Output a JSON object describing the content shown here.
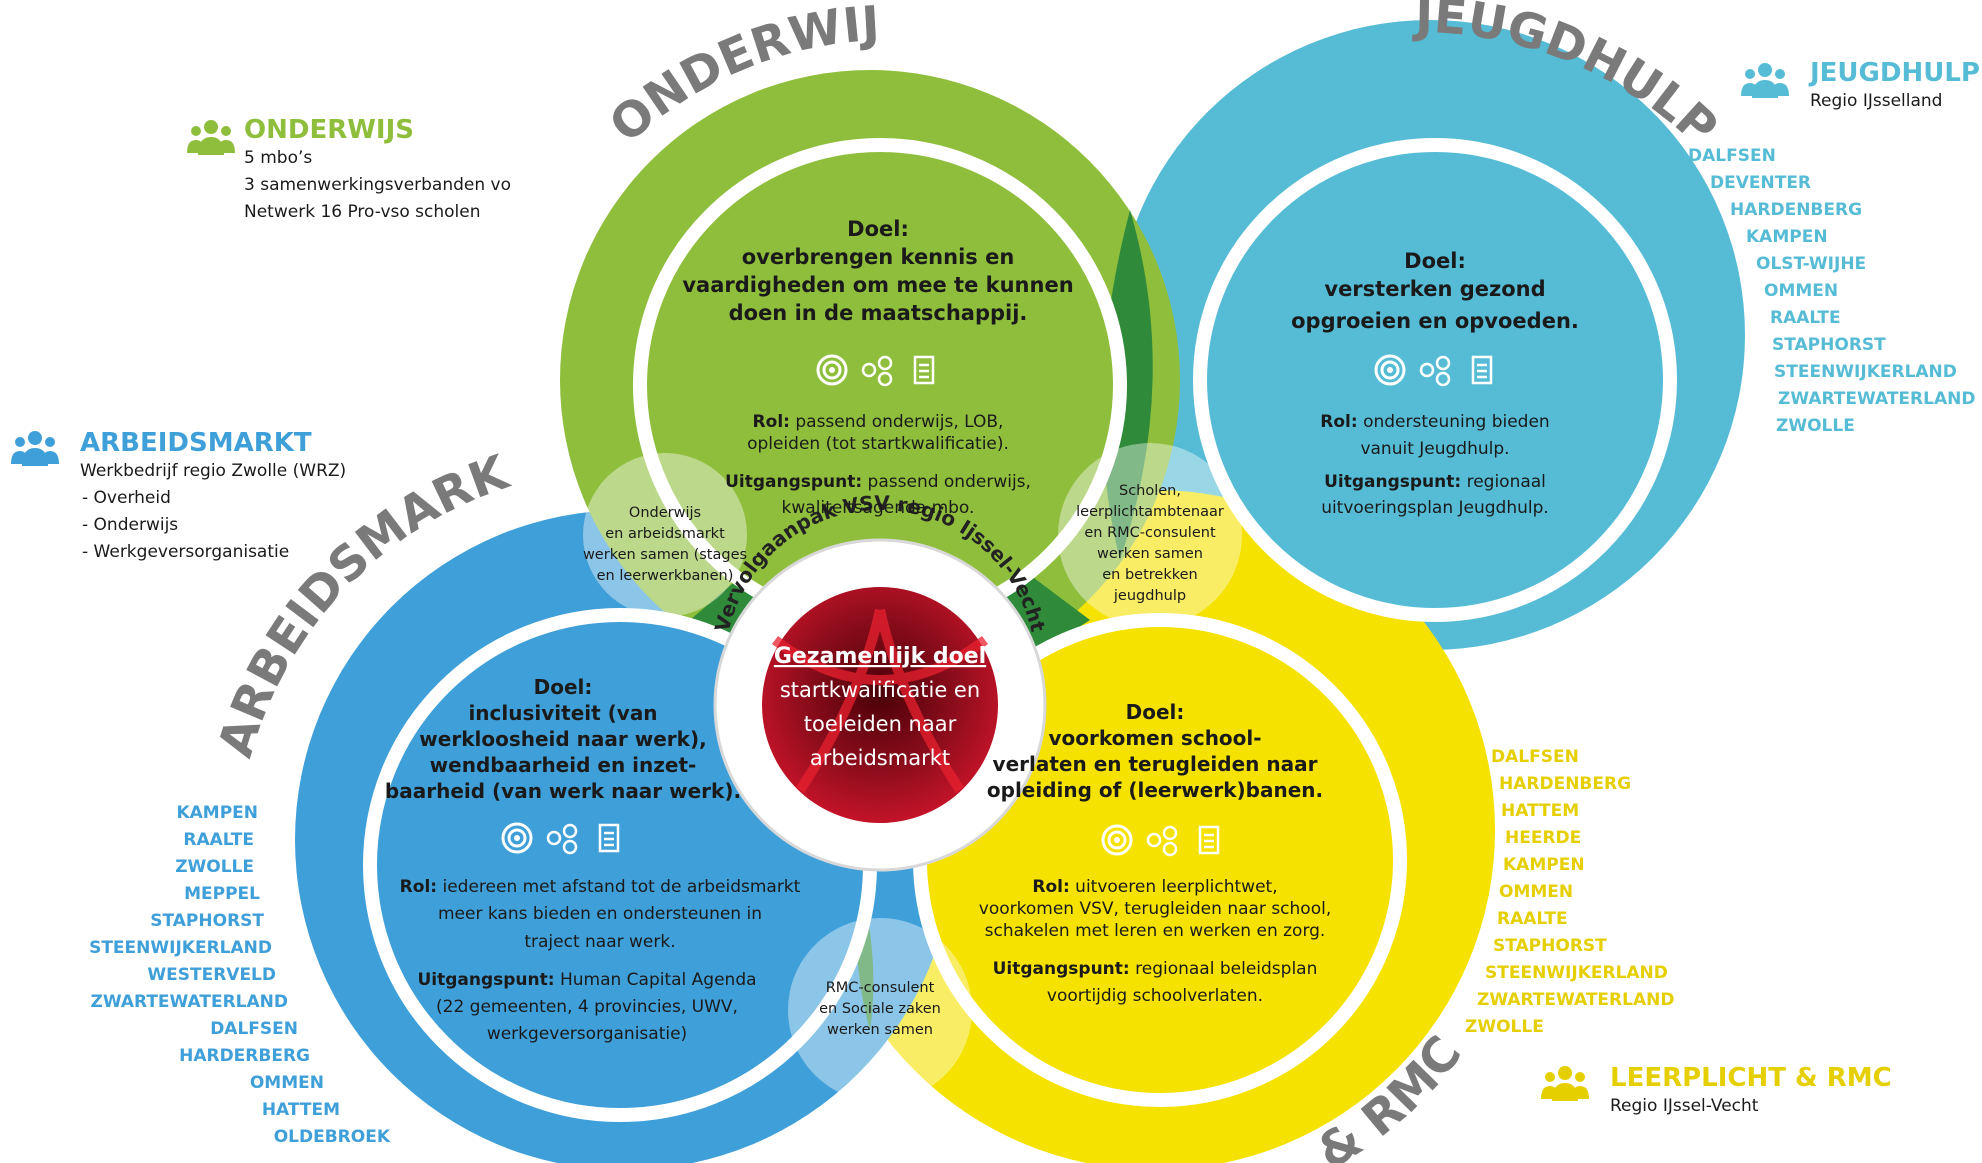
{
  "center": {
    "ring_text": "Vervolgaanpak VSV regio Ijssel-Vecht",
    "title": "Gezamenlijk doel",
    "lines": [
      "startkwalificatie en",
      "toeleiden naar",
      "arbeidsmarkt"
    ]
  },
  "domains": {
    "onderwijs": {
      "arc_label": "ONDERWIJS",
      "color": "#8fbe3c",
      "doel_label": "Doel:",
      "doel": [
        "overbrengen kennis en",
        "vaardigheden om mee te kunnen",
        "doen in de maatschappij."
      ],
      "rol_label": "Rol:",
      "rol": [
        " passend onderwijs, LOB,",
        "opleiden (tot startkwalificatie)."
      ],
      "uitgangspunt_label": "Uitgangspunt:",
      "uitgangspunt": [
        " passend onderwijs,",
        "kwaliteitsagenda mbo."
      ]
    },
    "jeugdhulp": {
      "arc_label": "JEUGDHULP",
      "color": "#56bcd6",
      "doel_label": "Doel:",
      "doel": [
        "versterken gezond",
        "opgroeien en opvoeden."
      ],
      "rol_label": "Rol:",
      "rol": [
        " ondersteuning bieden",
        "vanuit Jeugdhulp."
      ],
      "uitgangspunt_label": "Uitgangspunt:",
      "uitgangspunt": [
        " regionaal",
        "uitvoeringsplan Jeugdhulp."
      ]
    },
    "arbeidsmarkt": {
      "arc_label": "ARBEIDSMARKT",
      "color": "#3f9fd9",
      "doel_label": "Doel:",
      "doel": [
        "inclusiviteit (van",
        "werkloosheid naar werk),",
        "wendbaarheid en inzet-",
        "baarheid (van werk naar werk)."
      ],
      "rol_label": "Rol:",
      "rol": [
        " iedereen met afstand tot de arbeidsmarkt",
        "meer kans bieden en ondersteunen in",
        "traject naar werk."
      ],
      "uitgangspunt_label": "Uitgangspunt:",
      "uitgangspunt": [
        " Human Capital Agenda",
        "(22 gemeenten, 4 provincies, UWV,",
        "werkgeversorganisatie)"
      ]
    },
    "leerplicht": {
      "arc_label": "& RMC",
      "color": "#f5e200",
      "doel_label": "Doel:",
      "doel": [
        "voorkomen school-",
        "verlaten en terugleiden naar",
        "opleiding of (leerwerk)banen."
      ],
      "rol_label": "Rol:",
      "rol": [
        " uitvoeren leerplichtwet,",
        "voorkomen VSV, terugleiden naar school,",
        "schakelen met leren en werken en zorg."
      ],
      "uitgangspunt_label": "Uitgangspunt:",
      "uitgangspunt": [
        " regionaal beleidsplan",
        "voortijdig schoolverlaten."
      ]
    }
  },
  "overlaps": {
    "onderwijs_arbeidsmarkt": [
      "Onderwijs",
      "en arbeidsmarkt",
      "werken samen (stages",
      "en leerwerkbanen)"
    ],
    "onderwijs_jeugdhulp": [
      "Scholen,",
      "leerplichtambtenaar",
      "en RMC-consulent",
      "werken samen",
      "en betrekken",
      "jeugdhulp"
    ],
    "arbeidsmarkt_leerplicht": [
      "RMC-consulent",
      "en Sociale zaken",
      "werken samen"
    ]
  },
  "side_blocks": {
    "onderwijs": {
      "title": "ONDERWIJS",
      "lines": [
        "5 mbo’s",
        "3 samenwerkingsverbanden vo",
        "Netwerk 16 Pro-vso scholen"
      ]
    },
    "arbeidsmarkt": {
      "title": "ARBEIDSMARKT",
      "subtitle": "Werkbedrijf regio Zwolle (WRZ)",
      "items": [
        "Overheid",
        "Onderwijs",
        "Werkgeversorganisatie"
      ]
    },
    "jeugdhulp": {
      "title": "JEUGDHULP",
      "subtitle": "Regio IJsselland"
    },
    "leerplicht": {
      "title": "LEERPLICHT & RMC",
      "subtitle": "Regio IJssel-Vecht"
    }
  },
  "town_lists": {
    "jeugdhulp": [
      "DALFSEN",
      "DEVENTER",
      "HARDENBERG",
      "KAMPEN",
      "OLST-WIJHE",
      "OMMEN",
      "RAALTE",
      "STAPHORST",
      "STEENWIJKERLAND",
      "ZWARTEWATERLAND",
      "ZWOLLE"
    ],
    "arbeidsmarkt": [
      "KAMPEN",
      "RAALTE",
      "ZWOLLE",
      "MEPPEL",
      "STAPHORST",
      "STEENWIJKERLAND",
      "WESTERVELD",
      "ZWARTEWATERLAND",
      "DALFSEN",
      "HARDERBERG",
      "OMMEN",
      "HATTEM",
      "OLDEBROEK"
    ],
    "leerplicht": [
      "DALFSEN",
      "HARDENBERG",
      "HATTEM",
      "HEERDE",
      "KAMPEN",
      "OMMEN",
      "RAALTE",
      "STAPHORST",
      "STEENWIJKERLAND",
      "ZWARTEWATERLAND",
      "ZWOLLE"
    ]
  },
  "icons": [
    "target-icon",
    "network-icon",
    "document-icon",
    "people-icon"
  ],
  "colors": {
    "arc_text": "#7a7a7a",
    "arbeidsmarkt_text": "#3f9fd9",
    "onderwijs_text": "#8fbe3c",
    "jeugdhulp_text": "#56bcd6",
    "leerplicht_text": "#e6cf00",
    "center_red": "#c8102e"
  }
}
